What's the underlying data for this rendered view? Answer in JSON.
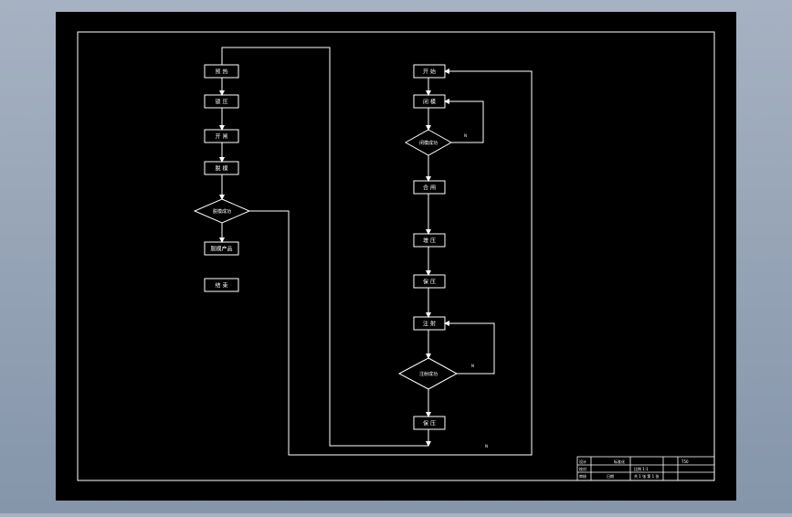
{
  "colors": {
    "desktop": "#8f9db0",
    "paper": "#000000",
    "stroke": "#ffffff"
  },
  "left_flow": {
    "steps": [
      "预 热",
      "锁 压",
      "开 闸",
      "脱 模"
    ],
    "decision": "脱模成功",
    "after_decision": "脱模产品",
    "end": "结 束"
  },
  "right_flow": {
    "start": "开 始",
    "step1": "闭 模",
    "decision1": "闭模成功",
    "steps_mid": [
      "合 闸",
      "增 压",
      "保 压",
      "注 射"
    ],
    "decision2": "注射成功",
    "end": "保 压"
  },
  "branch_labels": {
    "no1": "N",
    "no2": "N",
    "no3": "N"
  },
  "title_block": {
    "row1": [
      "设计",
      "标准化",
      "T50"
    ],
    "row2": [
      "校对",
      "",
      "比例 1:1"
    ],
    "row3": [
      "审核",
      "日期",
      "共 1 张 第 1 张"
    ]
  }
}
